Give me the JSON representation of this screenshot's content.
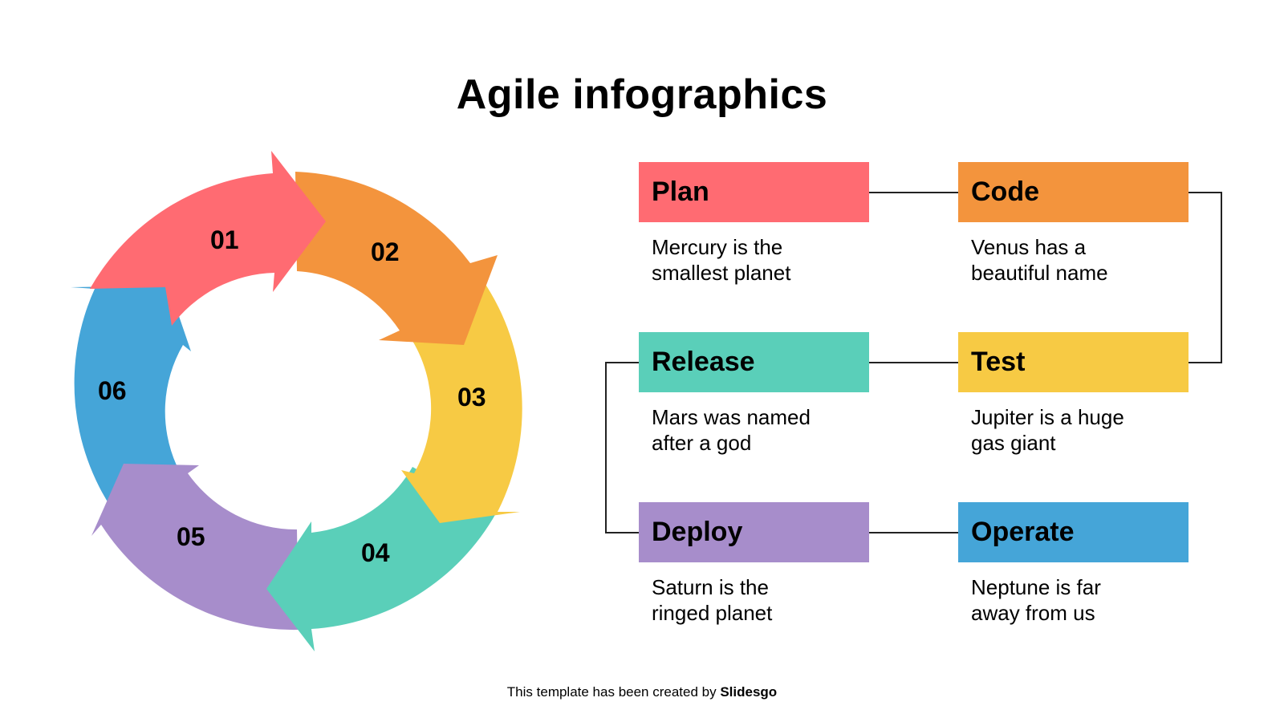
{
  "title": "Agile infographics",
  "colors": {
    "plan": "#FF6B72",
    "code": "#F3943D",
    "test": "#F7CA44",
    "release": "#5ACFB9",
    "deploy": "#A78DCB",
    "operate": "#45A5D8",
    "connector": "#222222"
  },
  "cycle": {
    "steps": [
      {
        "number": "01",
        "color": "#FF6B72"
      },
      {
        "number": "02",
        "color": "#F3943D"
      },
      {
        "number": "03",
        "color": "#F7CA44"
      },
      {
        "number": "04",
        "color": "#5ACFB9"
      },
      {
        "number": "05",
        "color": "#A78DCB"
      },
      {
        "number": "06",
        "color": "#45A5D8"
      }
    ]
  },
  "stages": [
    {
      "label": "Plan",
      "description_line1": "Mercury is the",
      "description_line2": "smallest planet"
    },
    {
      "label": "Code",
      "description_line1": "Venus has a",
      "description_line2": "beautiful name"
    },
    {
      "label": "Release",
      "description_line1": "Mars was named",
      "description_line2": "after a god"
    },
    {
      "label": "Test",
      "description_line1": "Jupiter is a huge",
      "description_line2": "gas giant"
    },
    {
      "label": "Deploy",
      "description_line1": "Saturn is the",
      "description_line2": "ringed planet"
    },
    {
      "label": "Operate",
      "description_line1": "Neptune is far",
      "description_line2": "away from us"
    }
  ],
  "footer": {
    "prefix": "This template has been created by ",
    "brand": "Slidesgo"
  }
}
